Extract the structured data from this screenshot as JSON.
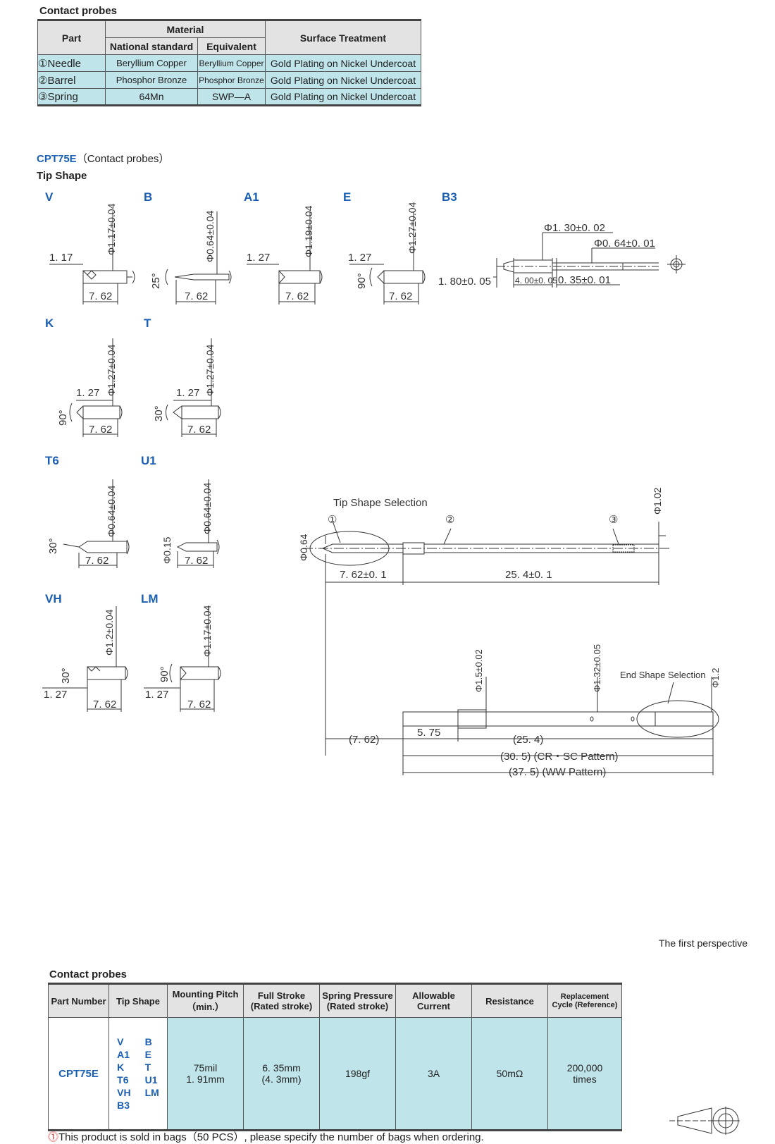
{
  "material_table": {
    "title": "Contact probes",
    "head": {
      "part": "Part",
      "material": "Material",
      "national": "National standard",
      "equivalent": "Equivalent",
      "surface": "Surface Treatment"
    },
    "rows": [
      {
        "part": "①Needle",
        "national": "Beryllium Copper",
        "equivalent": "Beryllium Copper",
        "surface": "Gold Plating on Nickel Undercoat"
      },
      {
        "part": "②Barrel",
        "national": "Phosphor Bronze",
        "equivalent": "Phosphor Bronze",
        "surface": "Gold Plating on Nickel Undercoat"
      },
      {
        "part": "③Spring",
        "national": "64Mn",
        "equivalent": "SWP—A",
        "surface": "Gold Plating on Nickel Undercoat"
      }
    ]
  },
  "section": {
    "model": "CPT75E",
    "model_suffix": "（Contact probes）",
    "tip_shape": "Tip Shape"
  },
  "tips": {
    "V": {
      "label": "V",
      "dia": "Φ1.17±0.04",
      "len": "7. 62",
      "offset": "1. 17"
    },
    "B": {
      "label": "B",
      "dia": "Φ0.64±0.04",
      "len": "7. 62",
      "angle": "25°"
    },
    "A1": {
      "label": "A1",
      "dia": "Φ1.19±0.04",
      "len": "7. 62",
      "offset": "1. 27"
    },
    "E": {
      "label": "E",
      "dia": "Φ1.27±0.04",
      "len": "7. 62",
      "offset": "1. 27",
      "angle": "90°"
    },
    "B3": {
      "label": "B3",
      "d1": "Φ1. 30±0. 02",
      "d2": "Φ0. 64±0. 01",
      "l1": "1. 80±0. 05",
      "l2": "4. 00±0. 05",
      "l3": "0. 35±0. 01"
    },
    "K": {
      "label": "K",
      "dia": "Φ1.27±0.04",
      "len": "7. 62",
      "offset": "1. 27",
      "angle": "90°"
    },
    "T": {
      "label": "T",
      "dia": "Φ1.27±0.04",
      "len": "7. 62",
      "offset": "1. 27",
      "angle": "30°"
    },
    "T6": {
      "label": "T6",
      "dia": "Φ0.64±0.04",
      "len": "7. 62",
      "angle": "30°"
    },
    "U1": {
      "label": "U1",
      "dia": "Φ0.64±0.04",
      "len": "7. 62",
      "tipd": "Φ0.15"
    },
    "VH": {
      "label": "VH",
      "dia": "Φ1.2±0.04",
      "len": "7. 62",
      "offset": "1. 27",
      "angle": "30°"
    },
    "LM": {
      "label": "LM",
      "dia": "Φ1.17±0.04",
      "len": "7. 62",
      "offset": "1. 27",
      "angle": "90°"
    }
  },
  "assembly": {
    "tip_selection": "Tip Shape Selection",
    "n1": "①",
    "n2": "②",
    "n3": "③",
    "d064": "Φ0.64",
    "d102": "Φ1.02",
    "l762": "7. 62±0. 1",
    "l254": "25. 4±0. 1"
  },
  "receptacle": {
    "d15": "Φ1.5±0.02",
    "d132": "Φ1.32±0.05",
    "d12": "Φ1.2",
    "end_selection": "End Shape Selection",
    "l575": "5. 75",
    "l762": "(7. 62)",
    "l254": "(25. 4)",
    "l305": "(30. 5) (CR・SC Pattern)",
    "l375": "(37. 5) (WW Pattern)"
  },
  "perspective": "The first perspective",
  "spec_table": {
    "title": "Contact probes",
    "head": {
      "part": "Part Number",
      "tip": "Tip  Shape",
      "pitch1": "Mounting Pitch",
      "pitch2": "（min.）",
      "stroke1": "Full Stroke",
      "stroke2": "(Rated stroke)",
      "spring1": "Spring Pressure",
      "spring2": "(Rated stroke)",
      "current1": "Allowable",
      "current2": "Current",
      "resistance": "Resistance",
      "cycle1": "Replacement",
      "cycle2": "Cycle (Reference)"
    },
    "row": {
      "part": "CPT75E",
      "tips": [
        [
          "V",
          "B"
        ],
        [
          "A1",
          "E"
        ],
        [
          "K",
          "T"
        ],
        [
          "T6",
          "U1"
        ],
        [
          "VH",
          "LM"
        ],
        [
          "B3",
          ""
        ]
      ],
      "pitch1": "75mil",
      "pitch2": "1. 91mm",
      "stroke1": "6. 35mm",
      "stroke2": "(4. 3mm)",
      "spring": "198gf",
      "current": "3A",
      "resistance": "50mΩ",
      "cycle1": "200,000",
      "cycle2": "times"
    }
  },
  "footnote": "This product is sold in bags（50 PCS）, please specify the number of bags when ordering.",
  "colors": {
    "cyan": "#bfe4ea",
    "header": "#e3e3e3",
    "blue": "#1a5fb4",
    "note_red": "#d33"
  }
}
